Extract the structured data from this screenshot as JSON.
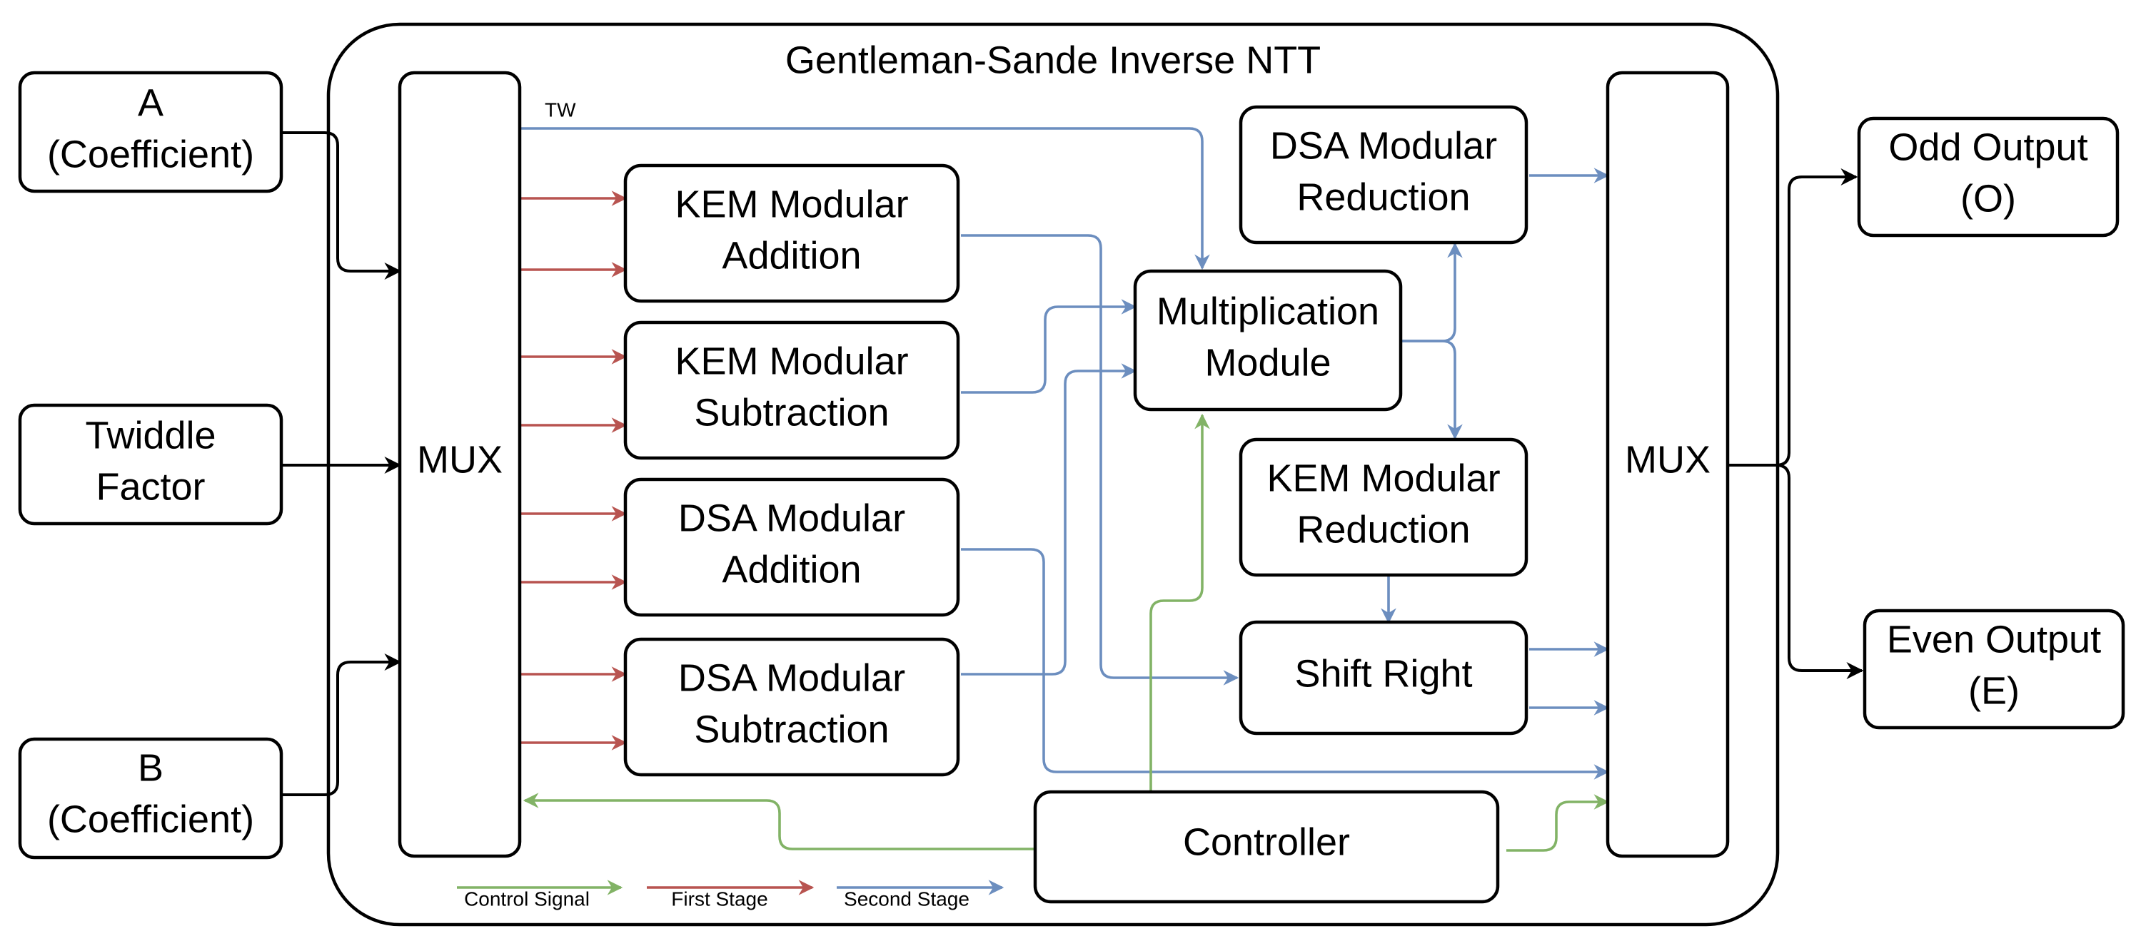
{
  "title": "Gentleman-Sande Inverse NTT",
  "colors": {
    "control": "#82b366",
    "first_stage": "#b85450",
    "second_stage": "#6c8ebf",
    "line": "#000000"
  },
  "inputs": {
    "a": [
      "A",
      "(Coefficient)"
    ],
    "twiddle": [
      "Twiddle",
      "Factor"
    ],
    "b": [
      "B",
      "(Coefficient)"
    ]
  },
  "outputs": {
    "odd": [
      "Odd Output",
      "(O)"
    ],
    "even": [
      "Even Output",
      "(E)"
    ]
  },
  "mux_in": "MUX",
  "mux_out": "MUX",
  "tw_label": "TW",
  "modules": {
    "kem_add": [
      "KEM Modular",
      "Addition"
    ],
    "kem_sub": [
      "KEM Modular",
      "Subtraction"
    ],
    "dsa_add": [
      "DSA Modular",
      "Addition"
    ],
    "dsa_sub": [
      "DSA Modular",
      "Subtraction"
    ],
    "mult": [
      "Multiplication",
      "Module"
    ],
    "dsa_red": [
      "DSA Modular",
      "Reduction"
    ],
    "kem_red": [
      "KEM Modular",
      "Reduction"
    ],
    "shift": "Shift Right",
    "controller": "Controller"
  },
  "legend": {
    "control": "Control Signal",
    "first": "First Stage",
    "second": "Second Stage"
  }
}
